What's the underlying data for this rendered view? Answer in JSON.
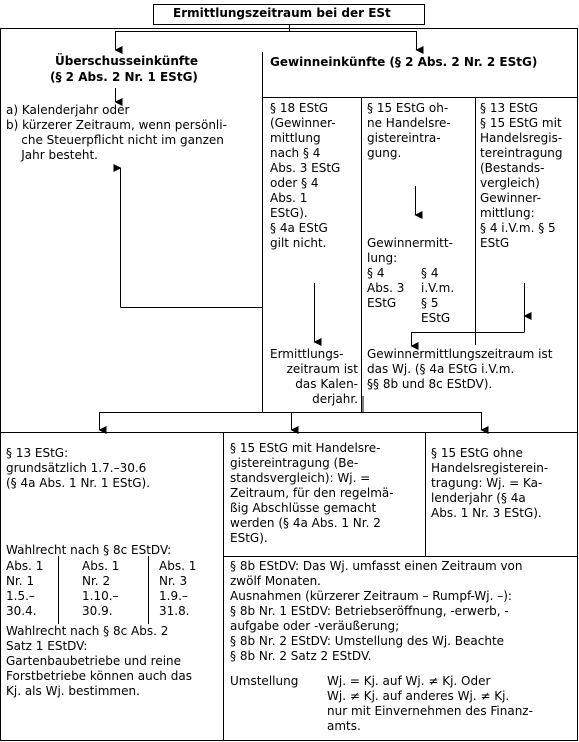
{
  "title": "Ermittlungszeitraum bei der ESt",
  "ueberschuss": {
    "heading_line1": "Überschusseinkünfte",
    "heading_line2": "(§ 2 Abs. 2 Nr. 1 EStG)",
    "items": [
      "a) Kalenderjahr oder",
      "b) kürzerer Zeitraum, wenn persönli-",
      "    che Steuerpflicht nicht im ganzen",
      "    Jahr besteht."
    ]
  },
  "gewinn": {
    "heading": "Gewinneinkünfte (§ 2 Abs. 2 Nr. 2 EStG)",
    "col1": {
      "lines": [
        "§ 18 EStG",
        "(Gewinner-",
        "mittlung",
        "nach § 4",
        "Abs. 3 EStG",
        "oder § 4",
        "Abs. 1",
        "EStG).",
        "§ 4a EStG",
        "gilt nicht."
      ],
      "result": [
        "Ermittlungs-",
        "zeitraum ist",
        "das Kalen-",
        "derjahr."
      ]
    },
    "col2": {
      "lines": [
        "§ 15 EStG oh-",
        "ne Handelsre-",
        "gistereintra-",
        "gung."
      ],
      "gm_lines": [
        "Gewinnermitt-",
        "lung:"
      ],
      "opt_a": [
        "§ 4",
        "Abs. 3",
        "EStG"
      ],
      "opt_b": [
        "§ 4",
        "i.V.m.",
        "§ 5",
        "EStG"
      ]
    },
    "col3": {
      "lines": [
        "§ 13 EStG",
        "§ 15 EStG mit",
        "Handelsregis-",
        "tereintragung",
        "(Bestands-",
        "vergleich)",
        "Gewinner-",
        "mittlung:",
        "§ 4 i.V.m. § 5",
        "EStG"
      ]
    },
    "wj_result": [
      "Gewinnermittlungszeitraum ist",
      "das Wj. (§ 4a EStG i.V.m.",
      "§§ 8b und 8c EStDV)."
    ]
  },
  "bottom": {
    "left": {
      "lines": [
        "§ 13 EStG:",
        "grundsätzlich 1.7.–30.6",
        "(§ 4a Abs. 1 Nr. 1 EStG)."
      ],
      "wahlrecht_title": "Wahlrecht nach § 8c EStDV:",
      "wahlrecht_cols": [
        [
          "Abs. 1",
          "Nr. 1",
          "1.5.–",
          "30.4."
        ],
        [
          "Abs. 1",
          "Nr. 2",
          "1.10.–",
          "30.9."
        ],
        [
          "Abs. 1",
          "Nr. 3",
          "1.9.–",
          "31.8."
        ]
      ],
      "wahlrecht2": [
        "Wahlrecht nach § 8c Abs. 2",
        "Satz 1 EStDV:",
        "Gartenbaubetriebe und reine",
        "Forstbetriebe können auch das",
        "Kj. als Wj. bestimmen."
      ]
    },
    "mid": {
      "lines": [
        "§ 15 EStG mit Handelsre-",
        "gistereintragung (Be-",
        "standsvergleich): Wj. =",
        "Zeitraum, für den regelmä-",
        "ßig Abschlüsse gemacht",
        "werden (§ 4a Abs. 1 Nr. 2",
        "EStG)."
      ]
    },
    "right": {
      "lines": [
        "§ 15 EStG ohne",
        "Handelsregisterein-",
        "tragung: Wj. = Ka-",
        "lenderjahr (§ 4a",
        "Abs. 1 Nr. 3 EStG)."
      ]
    },
    "rules": {
      "lines": [
        "§ 8b EStDV: Das Wj. umfasst einen Zeitraum von",
        "zwölf Monaten.",
        "Ausnahmen (kürzerer Zeitraum – Rumpf-Wj. –):",
        "§ 8b Nr. 1 EStDV: Betriebseröffnung, -erwerb, -",
        "aufgabe oder -veräußerung;",
        "§ 8b Nr. 2 EStDV: Umstellung des Wj. Beachte",
        "§ 8b Nr. 2 Satz 2 EStDV."
      ],
      "umstellung_label": "Umstellung",
      "umstellung_lines": [
        "Wj. = Kj. auf Wj. ≠ Kj. Oder",
        "Wj. ≠ Kj. auf anderes Wj. ≠ Kj.",
        "nur mit Einvernehmen des Finanz-",
        "amts."
      ]
    }
  }
}
